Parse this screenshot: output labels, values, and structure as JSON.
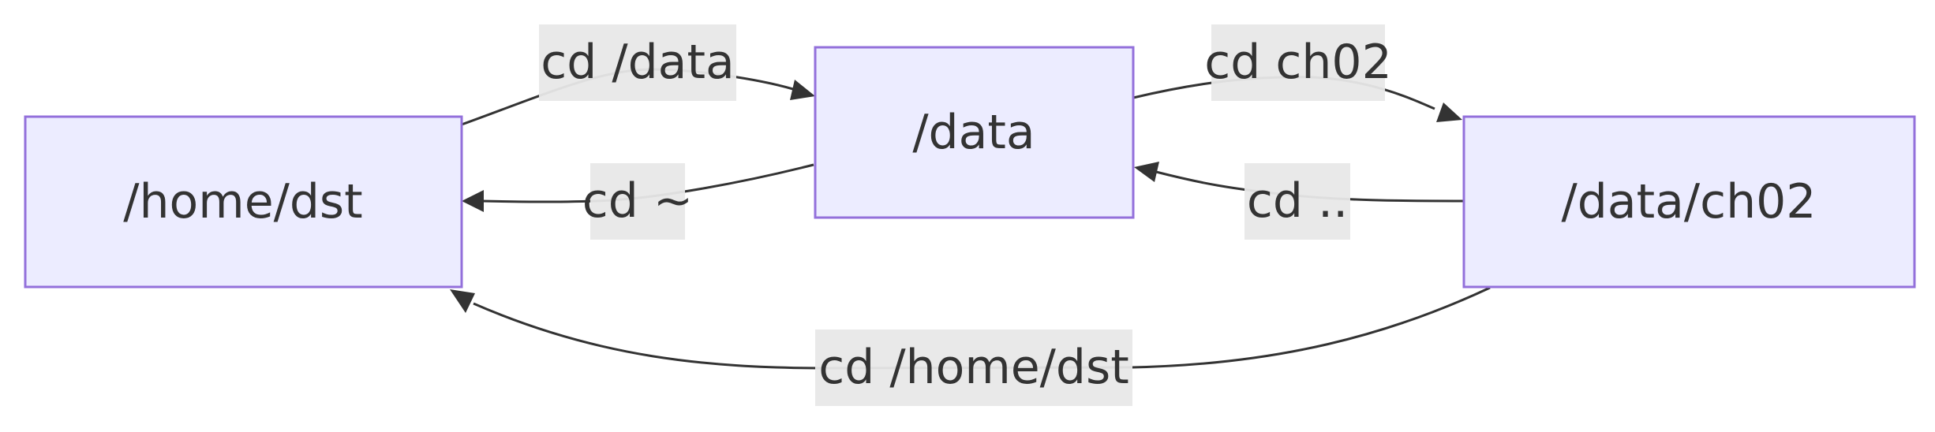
{
  "nodes": {
    "home": {
      "label": "/home/dst"
    },
    "data": {
      "label": "/data"
    },
    "ch02": {
      "label": "/data/ch02"
    }
  },
  "edges": {
    "home_to_data": {
      "label": "cd /data"
    },
    "data_to_ch02": {
      "label": "cd ch02"
    },
    "data_to_home": {
      "label": "cd ~"
    },
    "ch02_to_data": {
      "label": "cd .."
    },
    "ch02_to_home": {
      "label": "cd /home/dst"
    }
  },
  "colors": {
    "node_fill": "#ECECFF",
    "node_stroke": "#9370DB",
    "edge_stroke": "#333333",
    "label_background": "#e8e8e8",
    "text": "#333333"
  }
}
